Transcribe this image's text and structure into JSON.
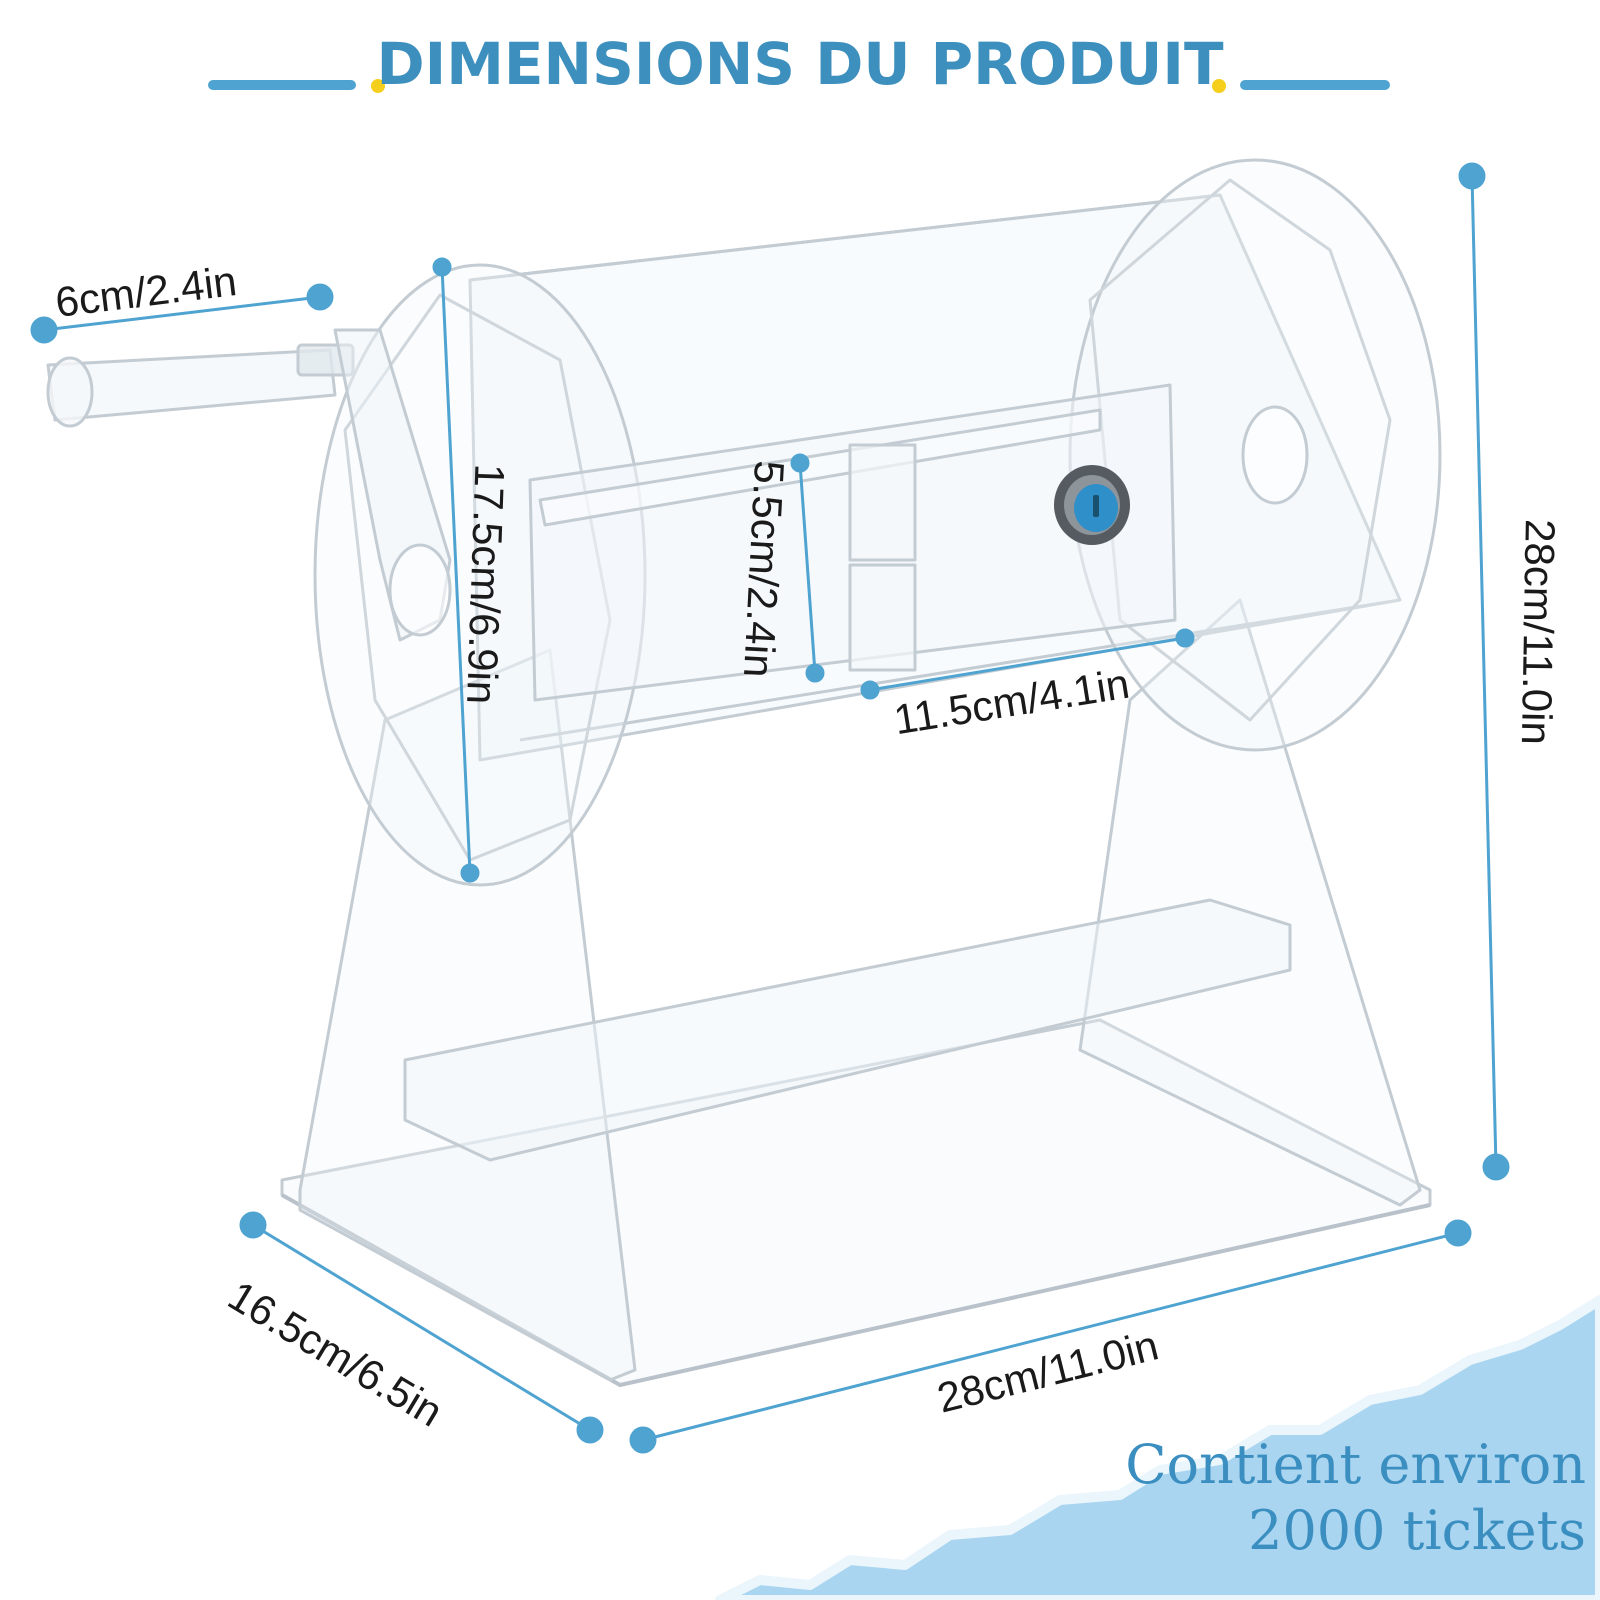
{
  "title": "DIMENSIONS DU PRODUIT",
  "colors": {
    "accent": "#4fa3d1",
    "title": "#3d8fbd",
    "bullet": "#f5cf1b",
    "capacity_text": "#3b8ec0",
    "paper_band": "#a9d5f0"
  },
  "dimensions": {
    "handle": "6cm/2.4in",
    "wheel_diameter": "17.5cm/6.9in",
    "opening_height": "5.5cm/2.4in",
    "opening_width": "11.5cm/4.1in",
    "height": "28cm/11.0in",
    "depth": "16.5cm/6.5in",
    "width": "28cm/11.0in"
  },
  "capacity": {
    "line1": "Contient environ",
    "line2": "2000 tickets"
  },
  "icons": [
    "acrylic-raffle-drum-illustration",
    "key-lock-icon"
  ]
}
